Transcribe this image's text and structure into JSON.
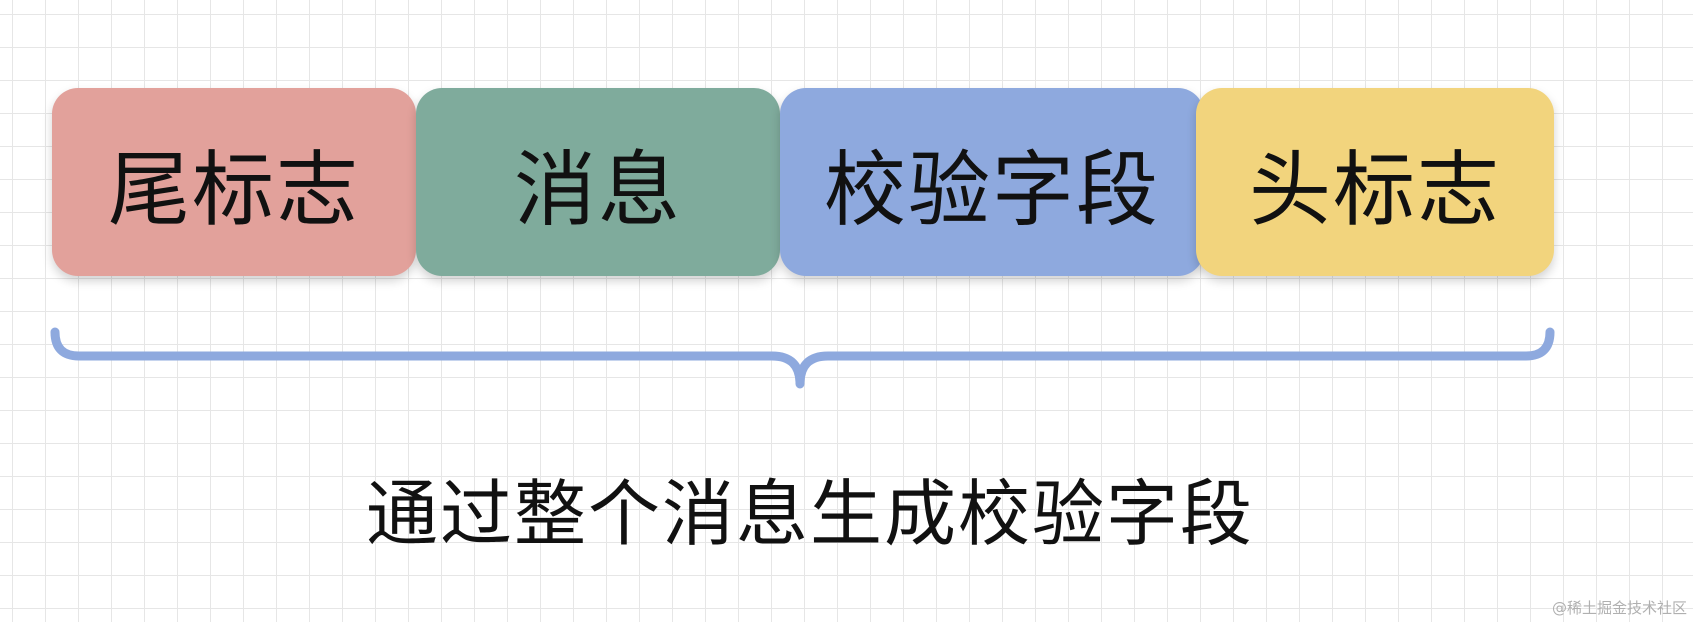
{
  "segments": [
    {
      "label": "尾标志",
      "color": "#e2a19b"
    },
    {
      "label": "消息",
      "color": "#7fab9c"
    },
    {
      "label": "校验字段",
      "color": "#8ea9de"
    },
    {
      "label": "头标志",
      "color": "#f2d47d"
    }
  ],
  "brace_color": "#8ea9de",
  "caption": "通过整个消息生成校验字段",
  "watermark": "@稀土掘金技术社区"
}
